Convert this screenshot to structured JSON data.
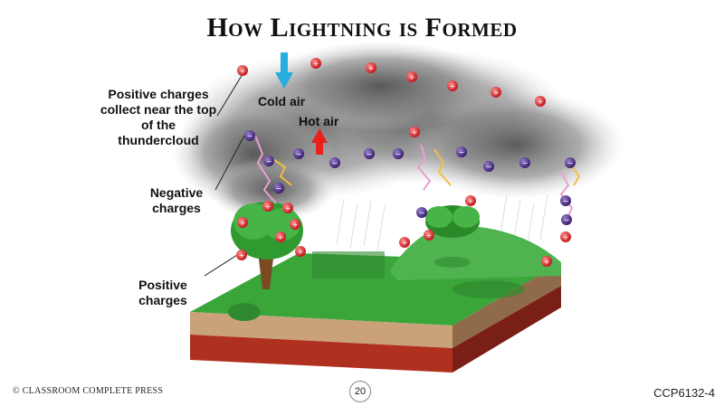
{
  "title": "How Lightning is Formed",
  "labels": {
    "positive_top": "Positive charges collect near the top of the thundercloud",
    "negative": "Negative charges",
    "positive_ground": "Positive charges",
    "cold_air": "Cold air",
    "hot_air": "Hot air"
  },
  "charge_signs": {
    "positive": "+",
    "negative": "−"
  },
  "colors": {
    "positive_charge": "#e0262b",
    "negative_charge": "#4b2a86",
    "cold_arrow": "#27aee0",
    "hot_arrow": "#e8201f",
    "grass": "#3aa63a",
    "soil": "#b03020",
    "cloud": "#6f6f6f"
  },
  "footer": {
    "publisher": "© CLASSROOM COMPLETE PRESS",
    "page": "20",
    "code": "CCP6132-4"
  }
}
